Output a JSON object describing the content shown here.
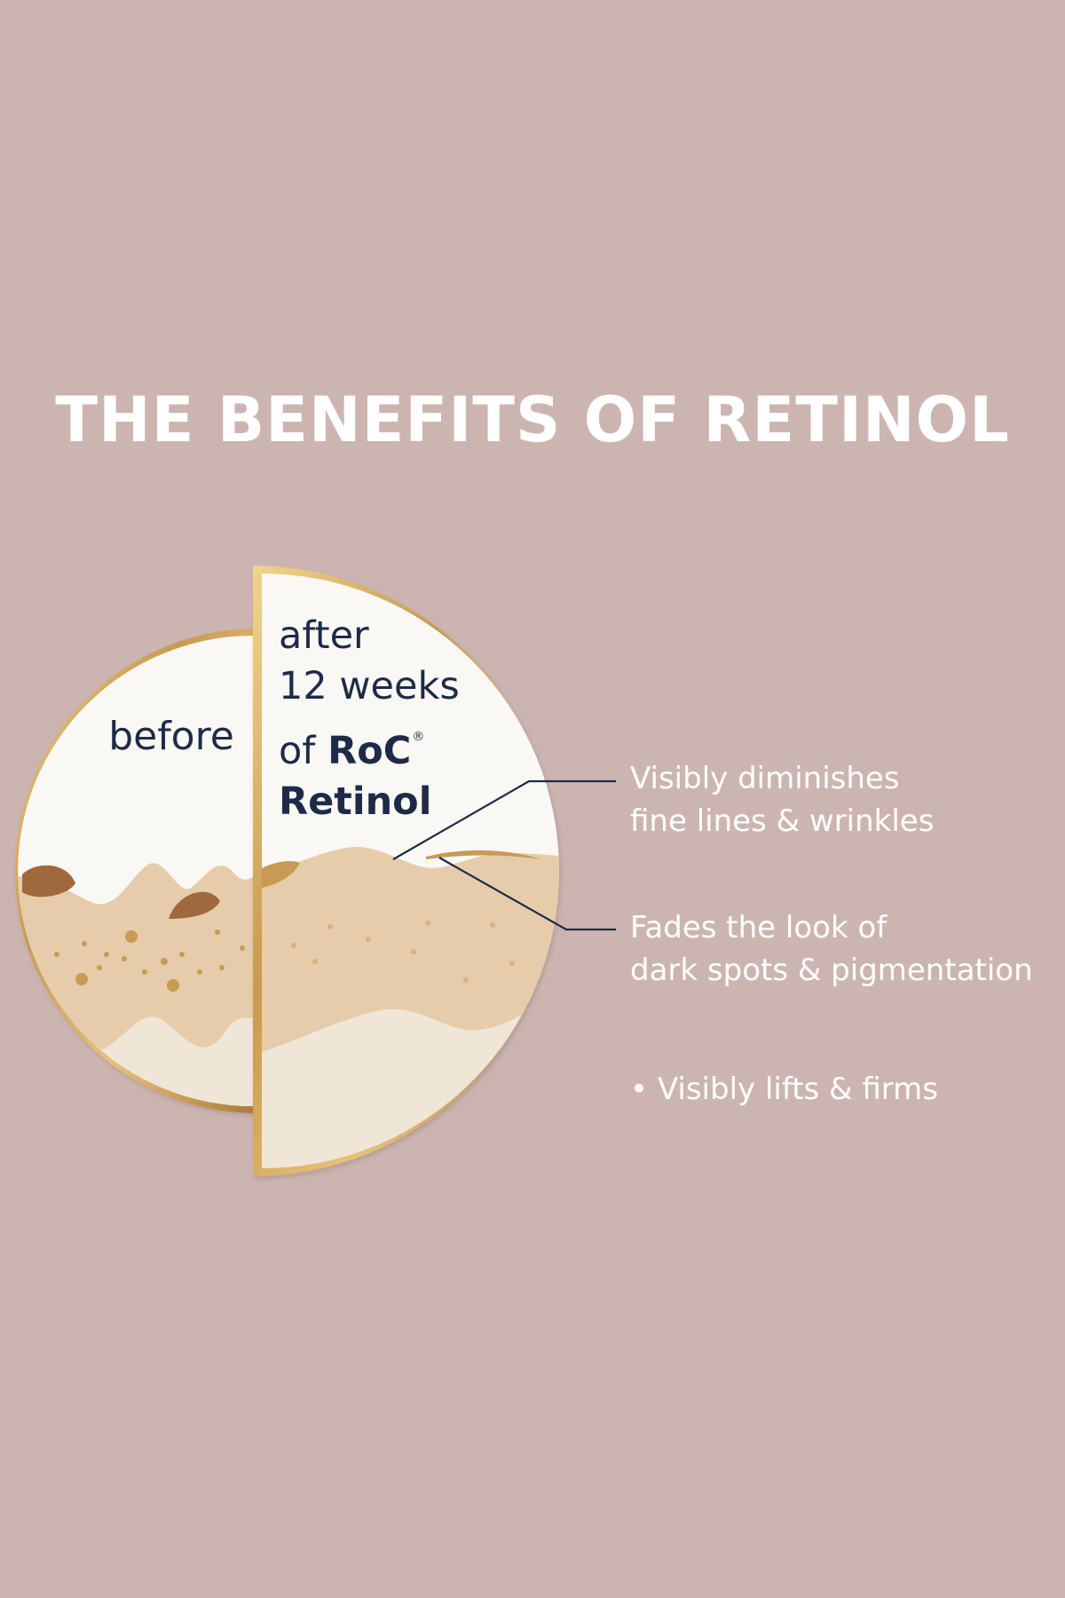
{
  "title": "THE BENEFITS OF RETINOL",
  "diagram": {
    "before_label": "before",
    "after_label": {
      "line1": "after",
      "line2": "12 weeks",
      "line3_prefix": "of ",
      "brand": "RoC",
      "registered": "®",
      "line4": "Retinol"
    },
    "colors": {
      "background": "#ccb5b1",
      "gold": "#c89a52",
      "cream": "#faf8f4",
      "skin": "#e6ccab",
      "dark_spot": "#a0693e",
      "navy": "#1d2b48"
    }
  },
  "benefits": [
    {
      "line1": "Visibly diminishes",
      "line2": "fine lines & wrinkles"
    },
    {
      "line1": "Fades the look of",
      "line2": "dark spots & pigmentation"
    },
    {
      "line1": "• Visibly lifts & firms"
    }
  ]
}
